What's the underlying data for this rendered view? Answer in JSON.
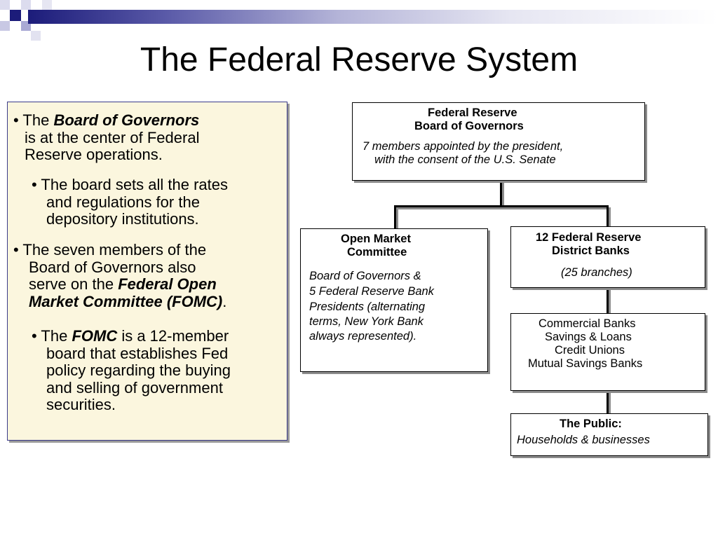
{
  "slide": {
    "title": "The Federal Reserve System"
  },
  "left_panel": {
    "p1": {
      "bullet": "•",
      "prefix": " The ",
      "emphasis": "Board of Governors",
      "line2": "is at the center of Federal",
      "line3": "Reserve operations."
    },
    "p2": {
      "bullet": "•",
      "line1": " The board sets all the rates",
      "line2": "and regulations for the",
      "line3": "depository institutions."
    },
    "p3": {
      "bullet": "•",
      "line1": " The seven members of the",
      "line2": "Board of Governors also",
      "line3_prefix": "serve on the ",
      "line3_emphasis": "Federal Open",
      "line4_emphasis": "Market Committee (FOMC)",
      "line4_suffix": "."
    },
    "p4": {
      "bullet": "•",
      "prefix": " The ",
      "emphasis": "FOMC",
      "line1_suffix": " is a 12-member",
      "line2": "board that establishes Fed",
      "line3": "policy regarding the buying",
      "line4": "and selling of government",
      "line5": "securities."
    }
  },
  "org_chart": {
    "board": {
      "title1": "Federal Reserve",
      "title2": "Board of Governors",
      "desc1": "7 members appointed by the president,",
      "desc2": "with the consent of the U.S. Senate"
    },
    "fomc": {
      "title1": "Open Market",
      "title2": "Committee",
      "desc1": "Board of Governors &",
      "desc2": "5 Federal Reserve Bank",
      "desc3": "Presidents (alternating",
      "desc4": "terms, New York Bank",
      "desc5": "always represented)."
    },
    "district_banks": {
      "title1": "12 Federal Reserve",
      "title2": "District Banks",
      "desc": "(25 branches)"
    },
    "commercial": {
      "line1": "Commercial Banks",
      "line2": "Savings & Loans",
      "line3": "Credit Unions",
      "line4": "Mutual Savings Banks"
    },
    "public": {
      "title": "The Public:",
      "desc": "Households & businesses"
    }
  },
  "colors": {
    "band_dark": "#1c1c7a",
    "panel_bg": "#fbf6de",
    "panel_border": "#3a3a8a"
  }
}
